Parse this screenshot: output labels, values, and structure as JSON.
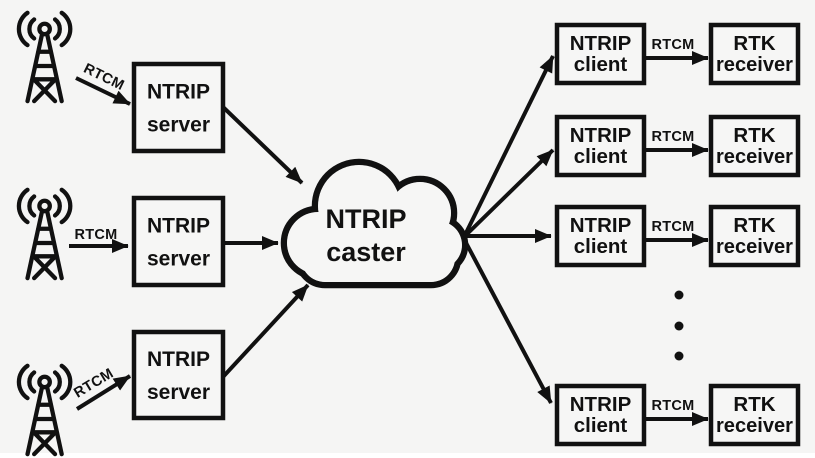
{
  "colors": {
    "background": "#f5f5f4",
    "ink": "#111111"
  },
  "icons": {
    "sources": "radio-tower-icon"
  },
  "nodes": {
    "servers": [
      {
        "line1": "NTRIP",
        "line2": "server"
      },
      {
        "line1": "NTRIP",
        "line2": "server"
      },
      {
        "line1": "NTRIP",
        "line2": "server"
      }
    ],
    "caster": {
      "line1": "NTRIP",
      "line2": "caster"
    },
    "clients": [
      {
        "line1": "NTRIP",
        "line2": "client"
      },
      {
        "line1": "NTRIP",
        "line2": "client"
      },
      {
        "line1": "NTRIP",
        "line2": "client"
      },
      {
        "line1": "NTRIP",
        "line2": "client"
      }
    ],
    "receivers": [
      {
        "line1": "RTK",
        "line2": "receiver"
      },
      {
        "line1": "RTK",
        "line2": "receiver"
      },
      {
        "line1": "RTK",
        "line2": "receiver"
      },
      {
        "line1": "RTK",
        "line2": "receiver"
      }
    ]
  },
  "edges": {
    "source_links": [
      "RTCM",
      "RTCM",
      "RTCM"
    ],
    "client_links": [
      "RTCM",
      "RTCM",
      "RTCM",
      "RTCM"
    ]
  },
  "ellipsis": {
    "dot_count": 3
  }
}
